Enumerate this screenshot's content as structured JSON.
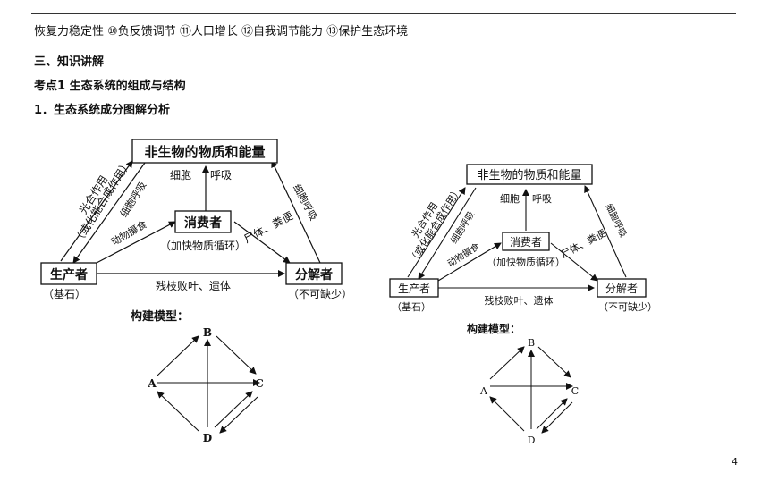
{
  "header": {
    "summary_line": "恢复力稳定性 ⑩负反馈调节 ⑪人口增长 ⑫自我调节能力 ⑬保护生态环境"
  },
  "section": {
    "heading": "三、知识讲解",
    "kaodian": "考点1 生态系统的组成与结构",
    "sub": "1．生态系统成分图解分析"
  },
  "diagram": {
    "nodes": {
      "abiotic": "非生物的物质和能量",
      "consumer": "消费者",
      "producer": "生产者",
      "decomposer": "分解者"
    },
    "notes": {
      "consumer_note": "（加快物质循环）",
      "producer_note": "（基石）",
      "decomposer_note": "（不可缺少）"
    },
    "edges": {
      "photosynthesis": "光合作用",
      "chemosynthesis": "（或化能合成作用）",
      "cell_respiration": "细胞呼吸",
      "animal_feeding": "动物摄食",
      "cell": "细胞",
      "respiration": "呼吸",
      "corpse": "尸体、粪便",
      "residue": "残枝败叶、遗体",
      "decomp_respiration": "细胞呼吸"
    },
    "model": {
      "title": "构建模型：",
      "a": "A",
      "b": "B",
      "c": "C",
      "d": "D"
    }
  },
  "footer": {
    "page_number": "4"
  }
}
